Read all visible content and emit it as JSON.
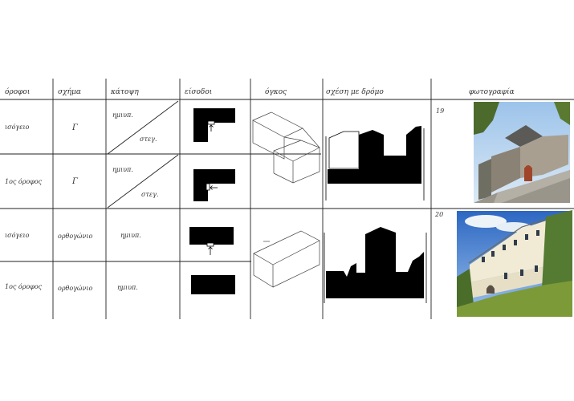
{
  "headers": [
    "όροφοι",
    "σχήμα",
    "κάτοψη",
    "είσοδοι",
    "όγκος",
    "σχέση με δρόμο",
    "φωτογραφία"
  ],
  "rows": [
    {
      "floor": "ισόγειο",
      "shape": "Γ",
      "plan_top": "ημιυπ.",
      "plan_bottom": "στεγ."
    },
    {
      "floor": "1ος όροφος",
      "shape": "Γ",
      "plan_top": "ημιυπ.",
      "plan_bottom": "στεγ."
    },
    {
      "floor": "ισόγειο",
      "shape": "ορθογώνιο",
      "plan_top": "ημιυπ."
    },
    {
      "floor": "1ος όροφος",
      "shape": "ορθογώνιο",
      "plan_top": "ημιυπ."
    }
  ],
  "photos": [
    {
      "number": "19",
      "alt": "stone L-shaped house with tiled roof and arched wooden door"
    },
    {
      "number": "20",
      "alt": "two-storey rectangular building on grassy slope under blue sky"
    }
  ],
  "colors": {
    "ink": "#222222",
    "fill": "#000000"
  }
}
